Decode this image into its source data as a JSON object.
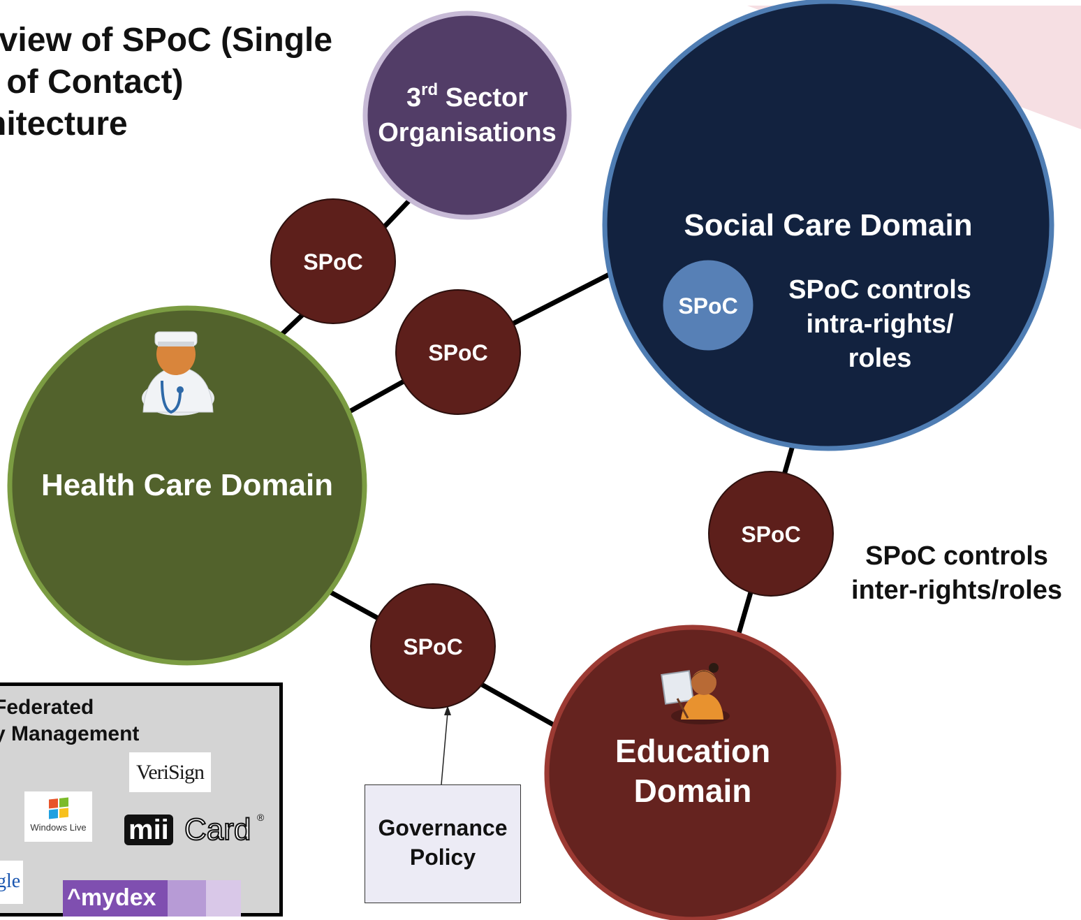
{
  "title": "rview of SPoC (Single\nt of Contact)\nhitecture",
  "domains": {
    "third_sector": {
      "line1_base": "3",
      "line1_sup": "rd",
      "line1_rest": " Sector",
      "line2": "Organisations"
    },
    "social": {
      "title": "Social Care Domain",
      "spoc": "SPoC",
      "note": [
        "SPoC controls",
        "intra-rights/",
        "roles"
      ]
    },
    "health": {
      "title": "Health Care Domain"
    },
    "education": {
      "line1": "Education",
      "line2": "Domain"
    }
  },
  "spoc_nodes": [
    "SPoC",
    "SPoC",
    "SPoC",
    "SPoC"
  ],
  "inter_note": "SPoC controls\ninter-rights/roles",
  "governance": {
    "line1": "Governance",
    "line2": "Policy"
  },
  "identity_box": {
    "title": "Federated\ny Management",
    "logos": {
      "verisign": "VeriSign",
      "windows_live": "Windows Live",
      "miicard_a": "mii",
      "miicard_b": "Card",
      "miicard_reg": "®",
      "google": "gle",
      "mydex": "^mydex"
    }
  },
  "colors": {
    "third_sector": "#523d67",
    "social": "#12223f",
    "health": "#52622c",
    "education": "#65231f",
    "spoc": "#5d1f1b",
    "inner_spoc": "#5780b6"
  }
}
